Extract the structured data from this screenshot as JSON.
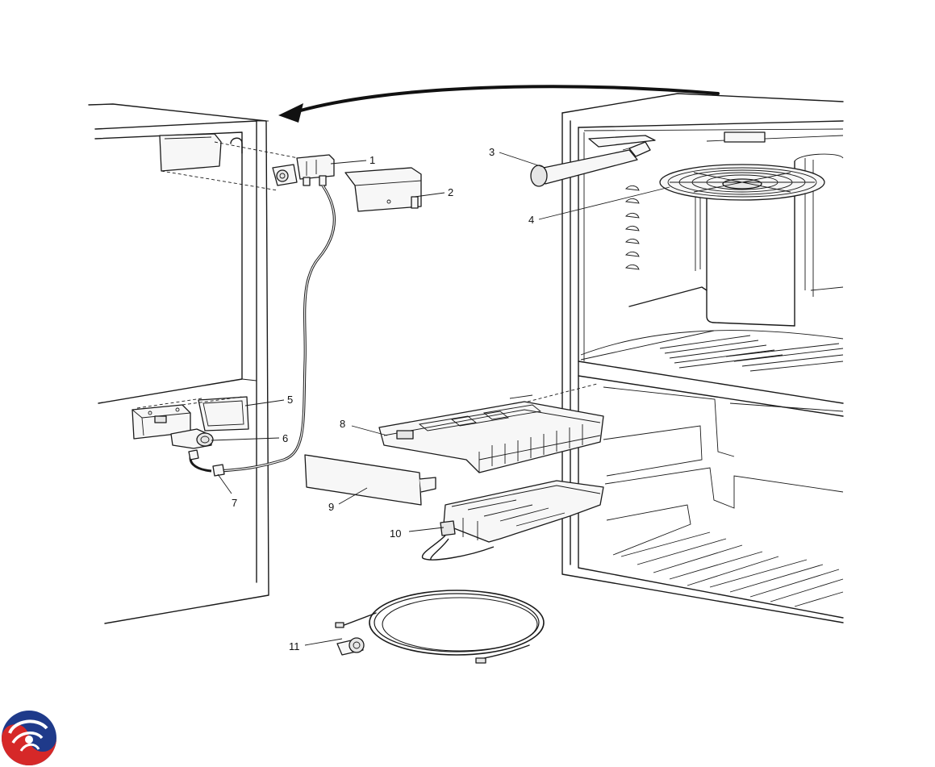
{
  "callouts": [
    {
      "id": "1",
      "label": "1"
    },
    {
      "id": "2",
      "label": "2"
    },
    {
      "id": "3",
      "label": "3"
    },
    {
      "id": "4",
      "label": "4"
    },
    {
      "id": "5",
      "label": "5"
    },
    {
      "id": "6",
      "label": "6"
    },
    {
      "id": "7",
      "label": "7"
    },
    {
      "id": "8",
      "label": "8"
    },
    {
      "id": "9",
      "label": "9"
    },
    {
      "id": "10",
      "label": "10"
    },
    {
      "id": "11",
      "label": "11"
    }
  ],
  "logo": {
    "icon": "brand-swirl-icon",
    "colors": [
      "#1f3a8a",
      "#d62828"
    ]
  }
}
